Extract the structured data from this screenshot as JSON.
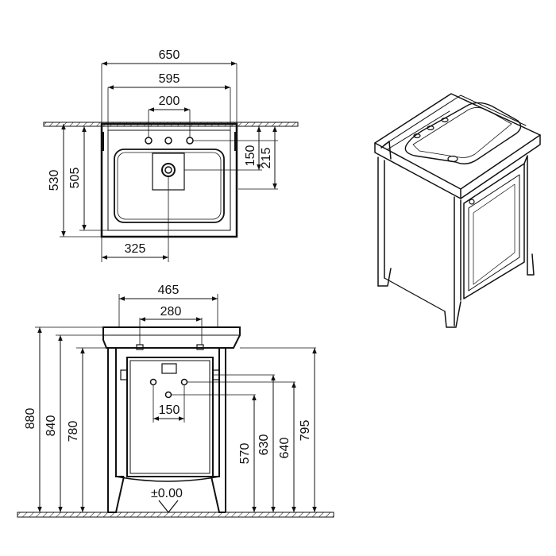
{
  "top_view": {
    "overall_width": "650",
    "inner_width": "595",
    "tap_spacing": "200",
    "overall_depth": "530",
    "inner_depth": "505",
    "drain_offset_depth": "150",
    "tap_offset_depth": "215",
    "drain_from_left": "325"
  },
  "front_view": {
    "width_465": "465",
    "width_280": "280",
    "width_150": "150",
    "h_880": "880",
    "h_840": "840",
    "h_780": "780",
    "h_570": "570",
    "h_630": "630",
    "h_640": "640",
    "h_795": "795",
    "floor_level": "±0.00"
  }
}
